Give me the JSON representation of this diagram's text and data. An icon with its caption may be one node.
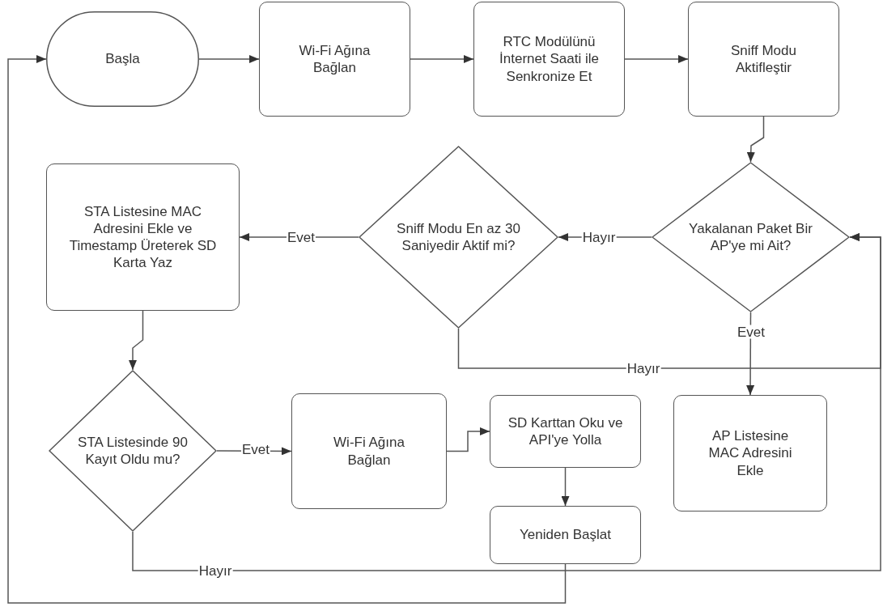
{
  "diagram": {
    "nodes": [
      {
        "text": [
          "Başla"
        ]
      },
      {
        "text": [
          "Wi-Fi Ağına Bağlan"
        ]
      },
      {
        "text": [
          "RTC Modülünü İnternet Saati ile Senkronize Et"
        ]
      },
      {
        "text": [
          "Sniff Modu Aktifleştir"
        ]
      },
      {
        "text": [
          "STA Listesine MAC Adresini Ekle ve Timestamp Üreterek SD Karta Yaz"
        ]
      },
      {
        "text": [
          "Sniff Modu En az 30 Saniyedir Aktif mi?"
        ]
      },
      {
        "text": [
          "Yakalanan Paket Bir AP'ye mi Ait?"
        ]
      },
      {
        "text": [
          "STA Listesinde 90 Kayıt Oldu mu?"
        ]
      },
      {
        "text": [
          "Wi-Fi Ağına Bağlan"
        ]
      },
      {
        "text": [
          "SD Karttan Oku ve API'ye Yolla"
        ]
      },
      {
        "text": [
          "Yeniden Başlat"
        ]
      },
      {
        "text": [
          "AP Listesine MAC Adresini Ekle"
        ]
      }
    ],
    "edges": [
      {
        "from": 0,
        "to": 1,
        "arrow": "to"
      },
      {
        "from": 1,
        "to": 2,
        "arrow": "to"
      },
      {
        "from": 2,
        "to": 3,
        "arrow": "to"
      },
      {
        "from": 3,
        "to": 6,
        "arrow": "to"
      },
      {
        "from": 6,
        "to": 5,
        "arrow": "to",
        "label": "Hayır"
      },
      {
        "from": 5,
        "to": 4,
        "arrow": "to",
        "label": "Evet"
      },
      {
        "from": 5,
        "to": 6,
        "arrow": "to",
        "label": "Hayır"
      },
      {
        "from": 6,
        "to": 11,
        "arrow": "to",
        "label": "Evet"
      },
      {
        "from": 4,
        "to": 7,
        "arrow": "to"
      },
      {
        "from": 7,
        "to": 8,
        "arrow": "to",
        "label": "Evet"
      },
      {
        "from": 8,
        "to": 9,
        "arrow": "to"
      },
      {
        "from": 9,
        "to": 10,
        "arrow": "to"
      },
      {
        "from": 7,
        "to": 6,
        "arrow": "to",
        "label": "Hayır"
      },
      {
        "from": 10,
        "to": 0,
        "arrow": "to"
      }
    ]
  }
}
